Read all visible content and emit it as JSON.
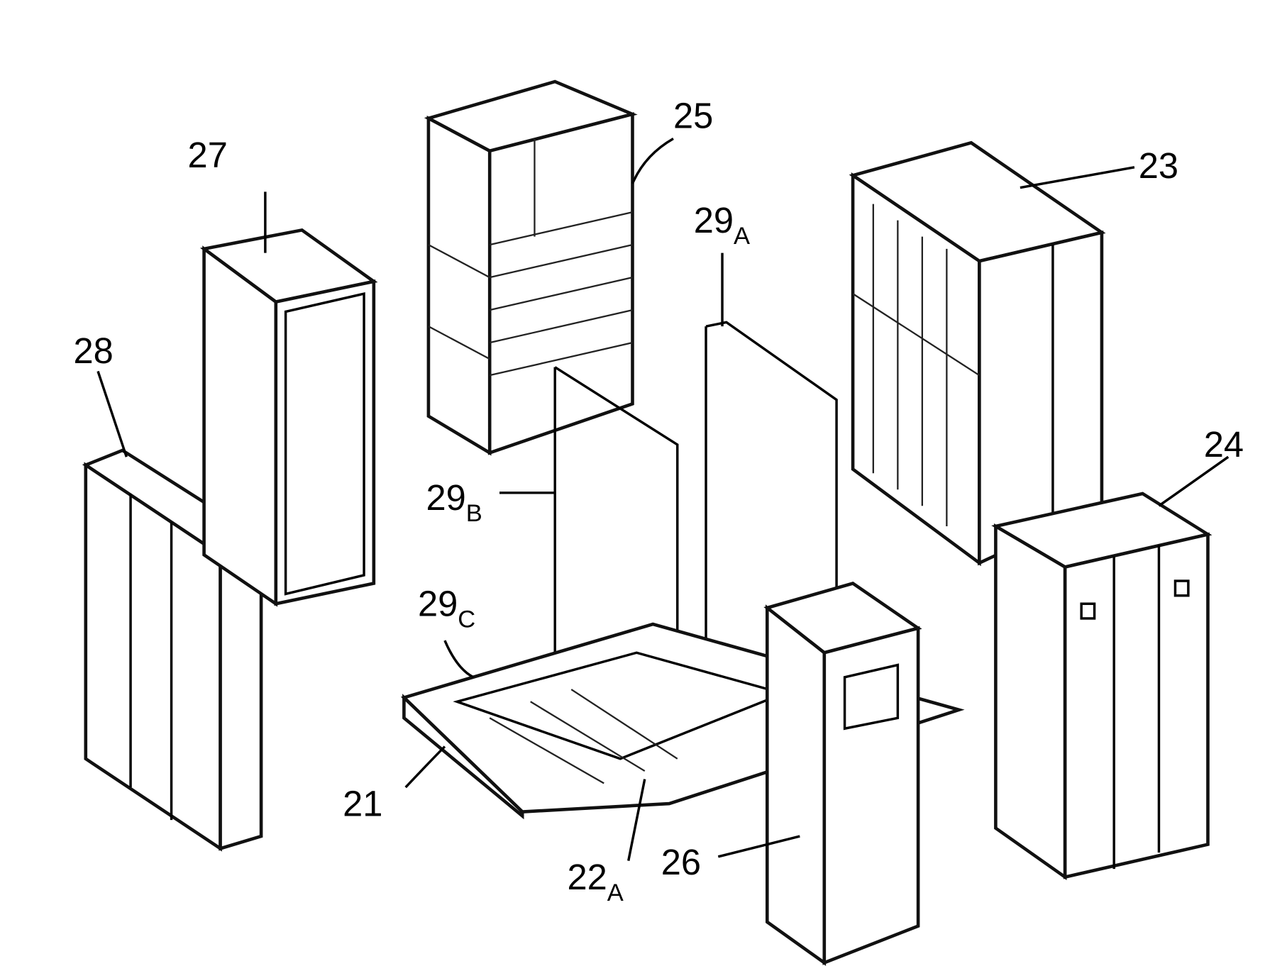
{
  "figure": {
    "labels": {
      "l21": "21",
      "l22": "22",
      "l22_sub": "A",
      "l23": "23",
      "l24": "24",
      "l25": "25",
      "l26": "26",
      "l27": "27",
      "l28": "28",
      "l29a": "29",
      "l29a_sub": "A",
      "l29b": "29",
      "l29b_sub": "B",
      "l29c": "29",
      "l29c_sub": "C"
    }
  }
}
